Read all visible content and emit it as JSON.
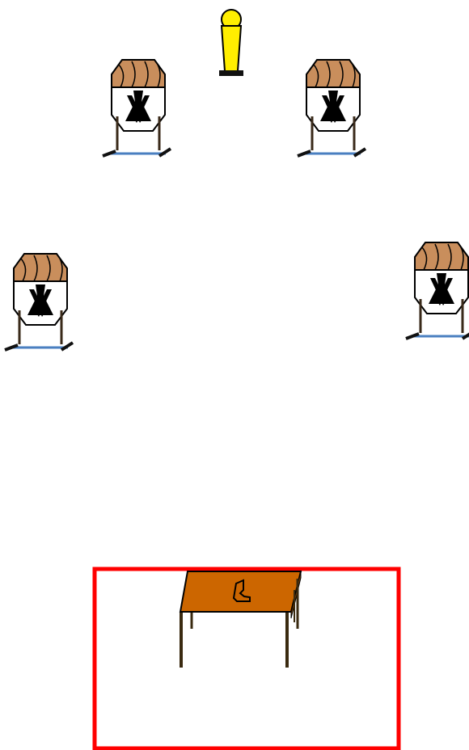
{
  "diagram": {
    "type": "shooting-stage-layout",
    "targets": [
      {
        "id": "target-1",
        "kind": "ipsc-cardboard-target-on-stand"
      },
      {
        "id": "target-2",
        "kind": "ipsc-cardboard-target-on-stand"
      },
      {
        "id": "target-3",
        "kind": "ipsc-cardboard-target-on-stand"
      },
      {
        "id": "target-4",
        "kind": "ipsc-cardboard-target-on-stand"
      }
    ],
    "popper": {
      "kind": "steel-popper"
    },
    "shooting_box": {
      "kind": "shooting-area"
    },
    "table": {
      "kind": "table",
      "item": "pistol-icon"
    }
  },
  "colors": {
    "background": "#ffffff",
    "target_cardboard": "#c98e5c",
    "target_center": "#ffffff",
    "no_shoot_mark": "#000000",
    "stand_frame": "#3a2a1a",
    "stand_base": "#4a7fc0",
    "popper": "#ffee00",
    "popper_base": "#111111",
    "shooting_box": "#ff0000",
    "table_top": "#cc6600",
    "table_legs": "#3a2a10"
  }
}
